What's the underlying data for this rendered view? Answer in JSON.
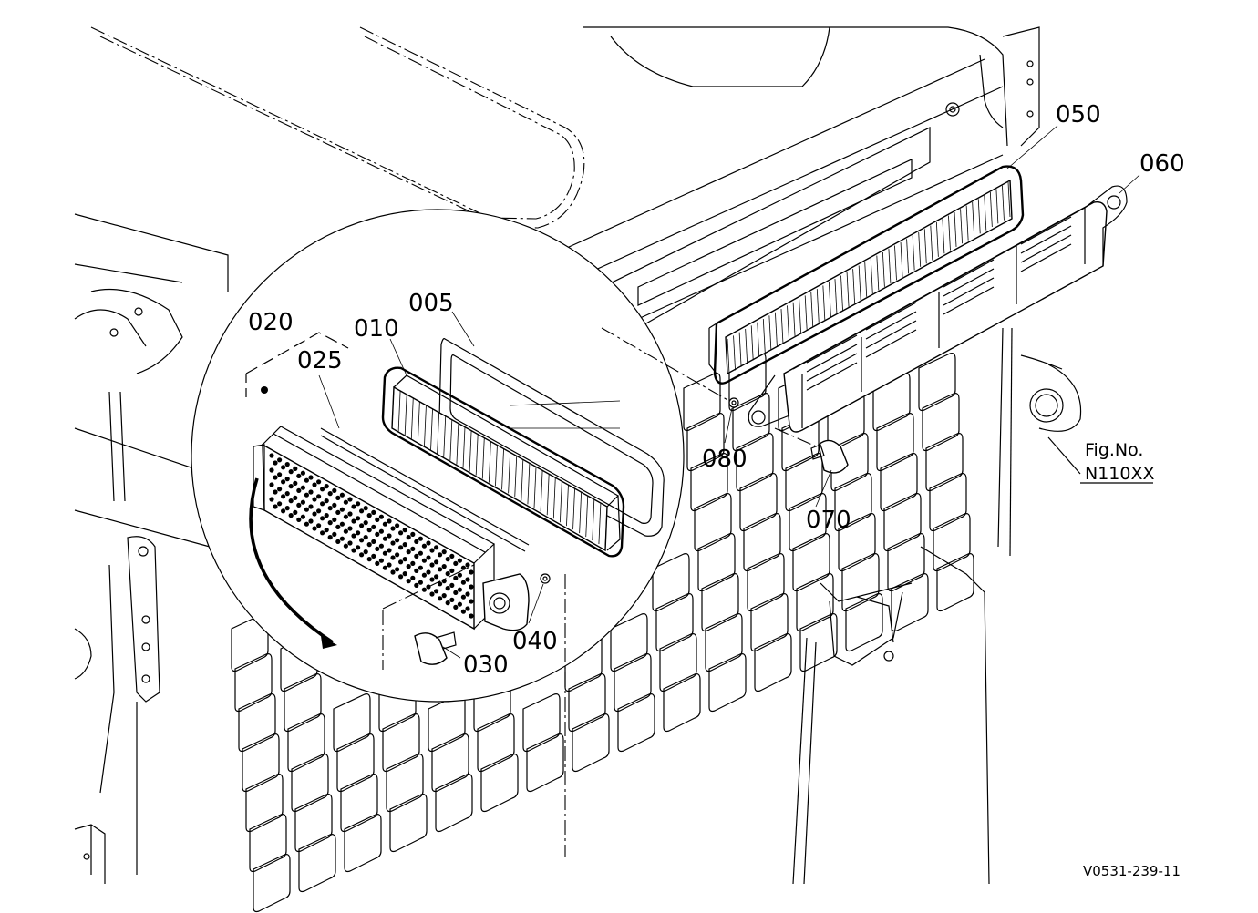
{
  "figure": {
    "figure_number_label": "Fig.No.",
    "figure_number_value": "N110XX",
    "drawing_code": "V0531-239-11"
  },
  "callouts": [
    {
      "id": "c005",
      "label": "005"
    },
    {
      "id": "c010",
      "label": "010"
    },
    {
      "id": "c020",
      "label": "020"
    },
    {
      "id": "c025",
      "label": "025"
    },
    {
      "id": "c030",
      "label": "030"
    },
    {
      "id": "c040",
      "label": "040"
    },
    {
      "id": "c050",
      "label": "050"
    },
    {
      "id": "c060",
      "label": "060"
    },
    {
      "id": "c070",
      "label": "070"
    },
    {
      "id": "c080",
      "label": "080"
    }
  ]
}
